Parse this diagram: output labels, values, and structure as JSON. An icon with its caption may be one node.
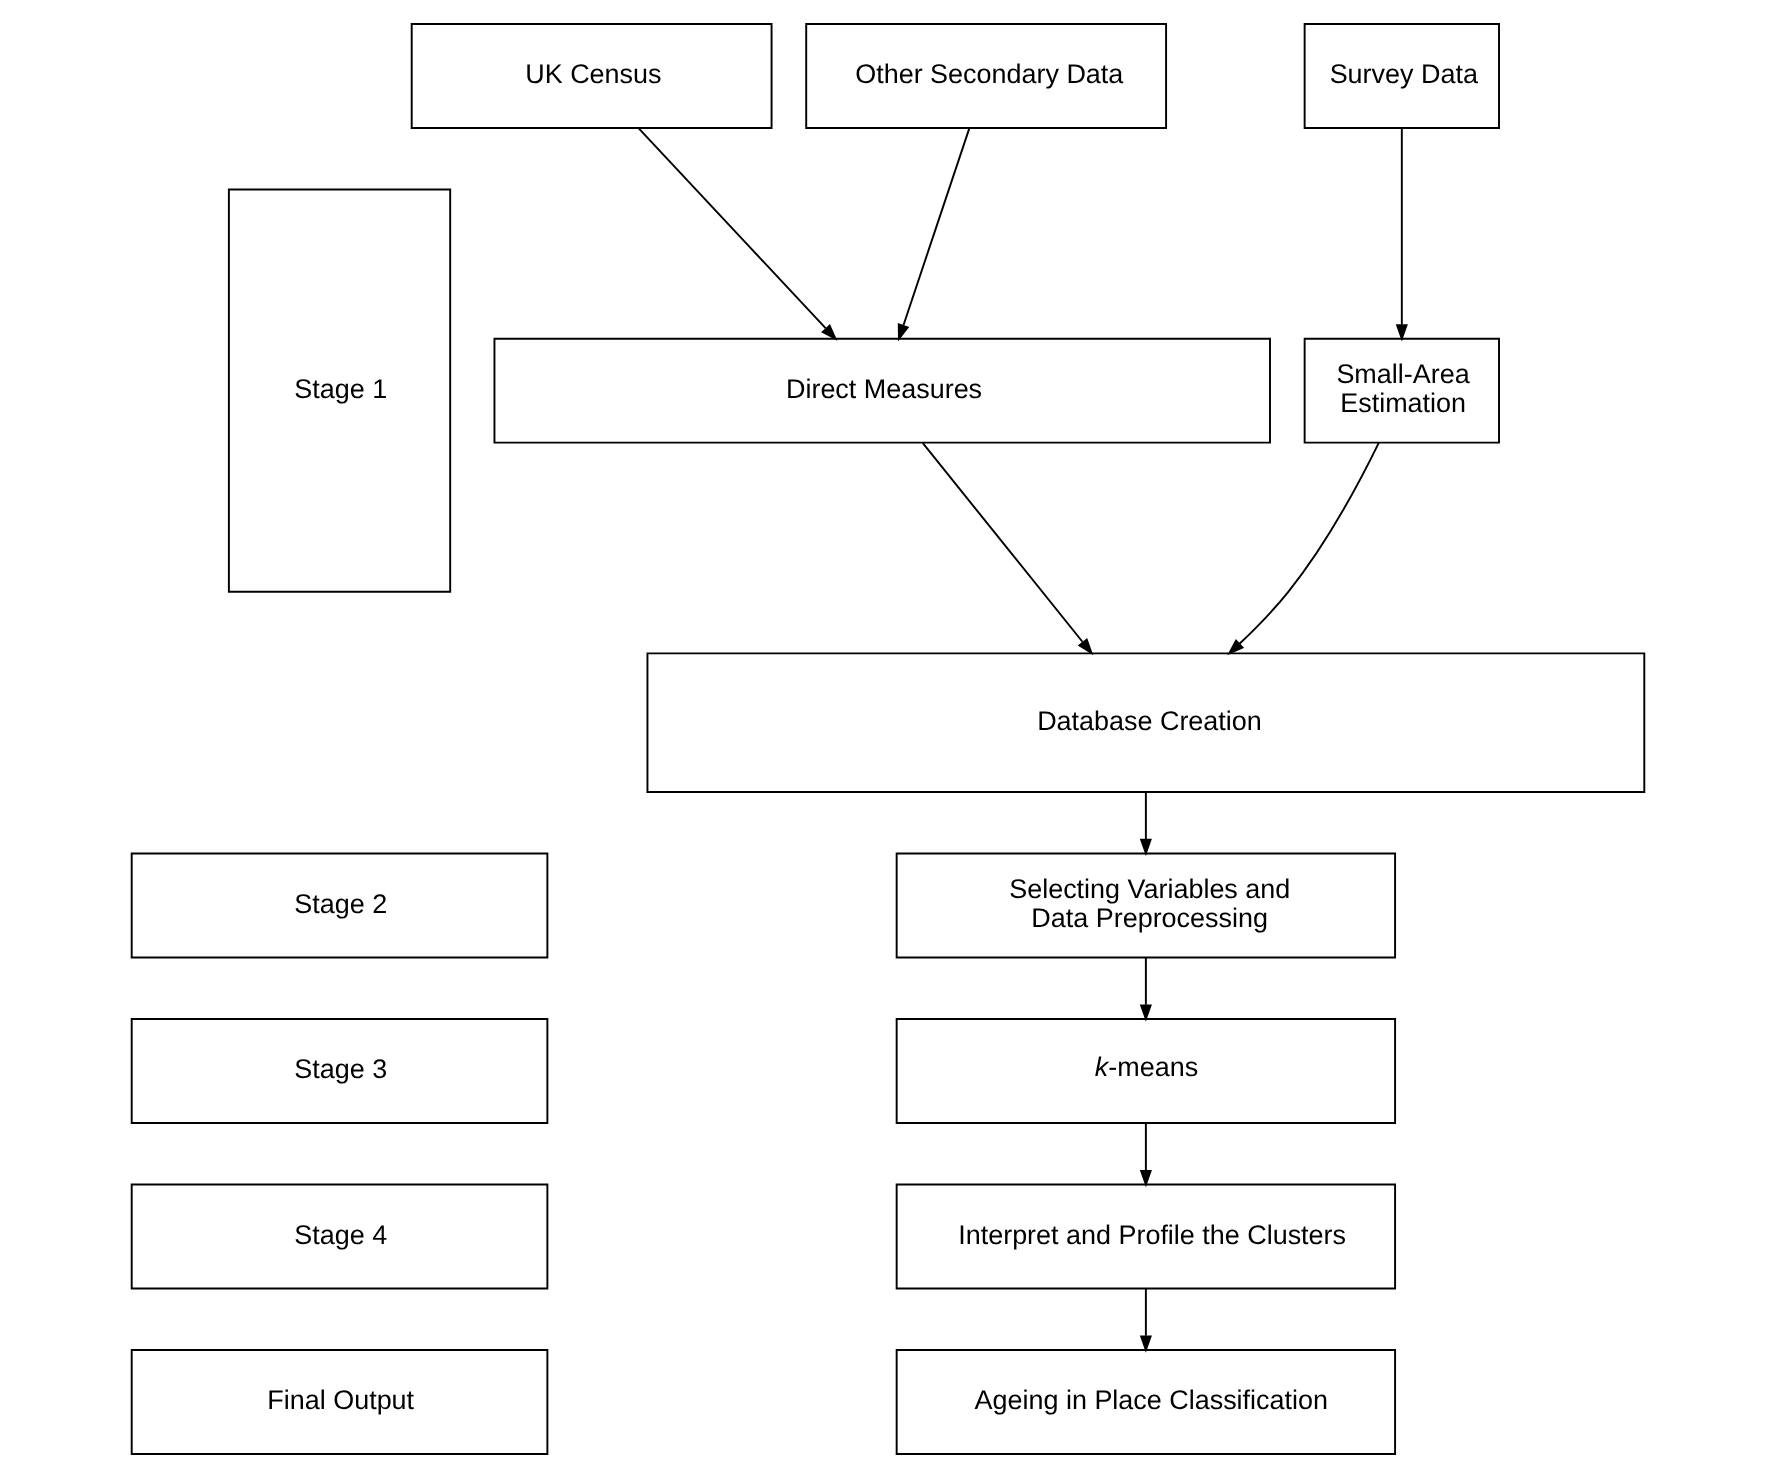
{
  "diagram": {
    "nodes": [
      {
        "text": [
          "Stage 1"
        ]
      },
      {
        "text": [
          "UK Census"
        ]
      },
      {
        "text": [
          "Other Secondary Data"
        ]
      },
      {
        "text": [
          "Survey Data"
        ]
      },
      {
        "text": [
          "Direct Measures"
        ]
      },
      {
        "text": [
          "Small-Area Estimation"
        ]
      },
      {
        "text": [
          "Database Creation"
        ]
      },
      {
        "text": [
          "Stage 2"
        ]
      },
      {
        "text": [
          "Selecting Variables and Data Preprocessing"
        ]
      },
      {
        "text": [
          "Stage 3"
        ]
      },
      {
        "text": [
          "*k*-means"
        ]
      },
      {
        "text": [
          "Stage 4"
        ]
      },
      {
        "text": [
          "Interpret and Profile the Clusters"
        ]
      },
      {
        "text": [
          "Final Output"
        ]
      },
      {
        "text": [
          "Ageing in Place Classification"
        ]
      }
    ],
    "edges": [
      {
        "from": 1,
        "to": 4,
        "arrow": "to"
      },
      {
        "from": 2,
        "to": 4,
        "arrow": "to"
      },
      {
        "from": 3,
        "to": 5,
        "arrow": "to"
      },
      {
        "from": 4,
        "to": 6,
        "arrow": "to"
      },
      {
        "from": 5,
        "to": 6,
        "arrow": "to"
      },
      {
        "from": 6,
        "to": 8,
        "arrow": "to"
      },
      {
        "from": 8,
        "to": 10,
        "arrow": "to"
      },
      {
        "from": 10,
        "to": 12,
        "arrow": "to"
      },
      {
        "from": 12,
        "to": 14,
        "arrow": "to"
      }
    ]
  }
}
